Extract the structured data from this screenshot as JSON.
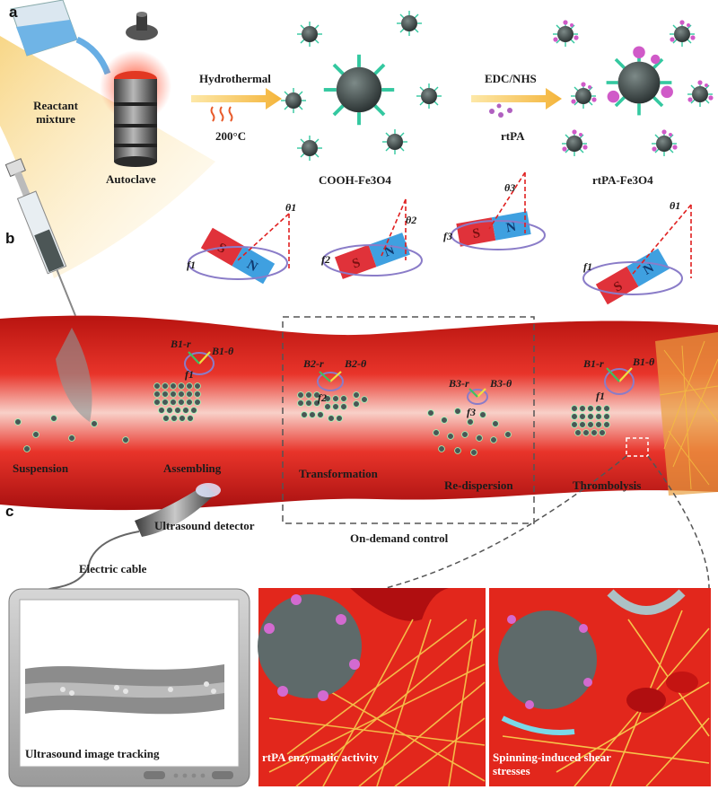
{
  "panels": {
    "a": "a",
    "b": "b",
    "c": "c"
  },
  "synthesis": {
    "reactant_mixture": "Reactant mixture",
    "autoclave": "Autoclave",
    "hydrothermal": "Hydrothermal",
    "temperature": "200°C",
    "edc_nhs": "EDC/NHS",
    "rtpa": "rtPA",
    "cooh_fe3o4": "COOH-Fe3O4",
    "rtpa_fe3o4": "rtPA-Fe3O4"
  },
  "magnets": [
    {
      "f": "f1",
      "theta": "θ1"
    },
    {
      "f": "f2",
      "theta": "θ2"
    },
    {
      "f": "f3",
      "theta": "θ3"
    },
    {
      "f": "f1",
      "theta": "θ1"
    }
  ],
  "vessel": {
    "stages": [
      "Suspension",
      "Assembling",
      "Transformation",
      "Re-dispersion",
      "Thrombolysis"
    ],
    "fields": [
      {
        "b1": "B1-r",
        "b2": "B1-θ",
        "f": "f1"
      },
      {
        "b1": "B2-r",
        "b2": "B2-θ",
        "f": "f2"
      },
      {
        "b1": "B3-r",
        "b2": "B3-θ",
        "f": "f3"
      },
      {
        "b1": "B1-r",
        "b2": "B1-θ",
        "f": "f1"
      }
    ],
    "on_demand": "On-demand control"
  },
  "imaging": {
    "detector": "Ultrasound detector",
    "cable": "Electric cable",
    "tracking": "Ultrasound image tracking",
    "enzymatic": "rtPA enzymatic activity",
    "shear": "Spinning-induced shear stresses"
  },
  "colors": {
    "vessel": "#d9231c",
    "magnet_s": "#e0323a",
    "magnet_n": "#3fa0e0",
    "fibrin": "#f0a830",
    "particle": "#3f4a4a",
    "ligand": "#34c8a0"
  }
}
